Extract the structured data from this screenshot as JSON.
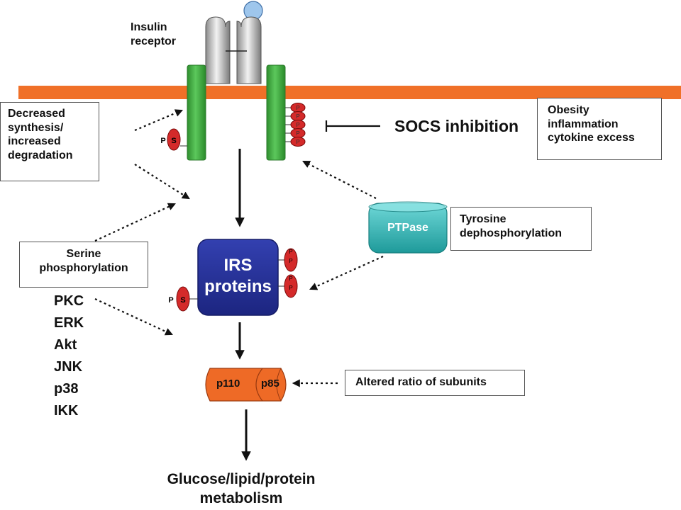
{
  "receptor_label": "Insulin\nreceptor",
  "left_box": "Decreased\nsynthesis/\nincreased\ndegradation",
  "socs": "SOCS inhibition",
  "obesity_box": "Obesity\ninflammation\ncytokine excess",
  "ptpase": "PTPase",
  "tyrosine_box": "Tyrosine\ndephosphorylation",
  "serine_box": "Serine\nphosphorylation",
  "kinases": [
    "PKC",
    "ERK",
    "Akt",
    "JNK",
    "p38",
    "IKK"
  ],
  "irs": "IRS\nproteins",
  "p110": "p110",
  "p85": "p85",
  "altered_box": "Altered ratio of subunits",
  "metabolism": "Glucose/lipid/protein\nmetabolism",
  "phospho_p": "P",
  "phospho_ps_p": "P",
  "phospho_ps_s": "S",
  "colors": {
    "membrane": "#f07028",
    "receptor_green": "#3aa63a",
    "phospho_red": "#d42a2a",
    "irs_blue": "#26319a",
    "ptpase_teal": "#3fbcbc",
    "pi3k_orange": "#ee6a26",
    "ligand_blue": "#9ec6ec"
  }
}
